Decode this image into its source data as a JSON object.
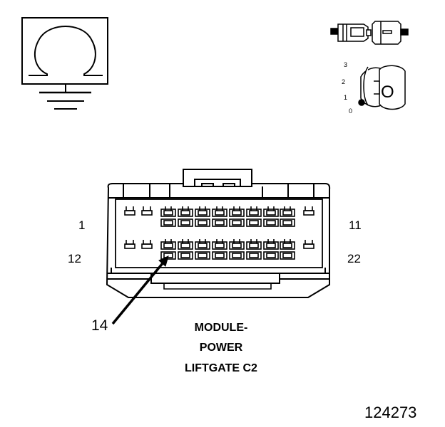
{
  "connector": {
    "pin_labels": {
      "top_left": "1",
      "top_right": "11",
      "bottom_left": "12",
      "bottom_right": "22"
    },
    "callout": "14",
    "name_lines": [
      "MODULE-",
      "POWER",
      "LIFTGATE C2"
    ]
  },
  "ignition_key": {
    "positions": [
      "3",
      "2",
      "1",
      "0"
    ],
    "key_mark": "O"
  },
  "figure_number": "124273",
  "icons": [
    "ohmmeter-ground-icon",
    "connector-disconnect-icon",
    "ignition-key-off-icon"
  ]
}
